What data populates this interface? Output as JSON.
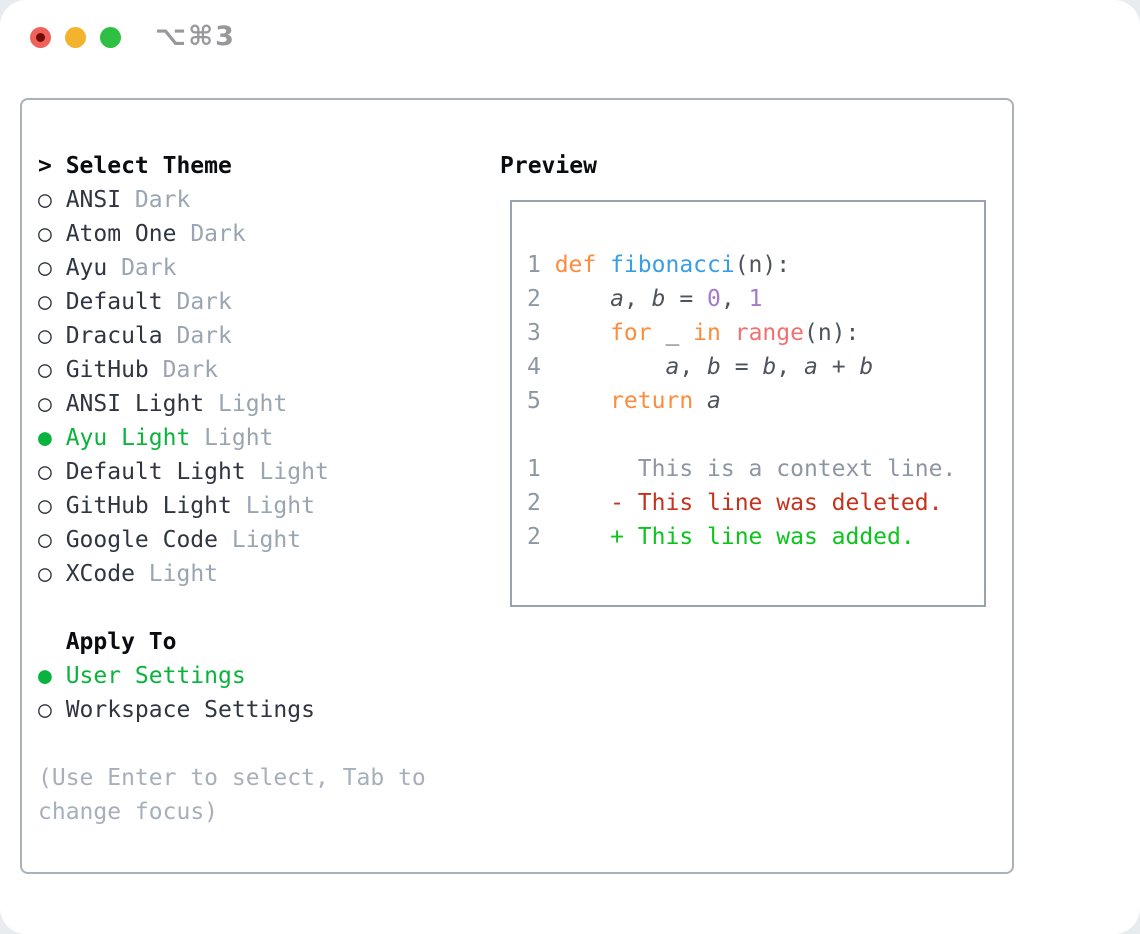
{
  "window": {
    "title": "⌥⌘3",
    "controls": [
      "close-button",
      "minimize-button",
      "zoom-button"
    ]
  },
  "theme_panel": {
    "header": {
      "marker": ">",
      "label": "Select Theme"
    },
    "markers": {
      "selected": "●",
      "unselected": "○"
    },
    "items": [
      {
        "name": "ANSI",
        "variant": "Dark",
        "selected": false
      },
      {
        "name": "Atom One",
        "variant": "Dark",
        "selected": false
      },
      {
        "name": "Ayu",
        "variant": "Dark",
        "selected": false
      },
      {
        "name": "Default",
        "variant": "Dark",
        "selected": false
      },
      {
        "name": "Dracula",
        "variant": "Dark",
        "selected": false
      },
      {
        "name": "GitHub",
        "variant": "Dark",
        "selected": false
      },
      {
        "name": "ANSI Light",
        "variant": "Light",
        "selected": false
      },
      {
        "name": "Ayu Light",
        "variant": "Light",
        "selected": true
      },
      {
        "name": "Default Light",
        "variant": "Light",
        "selected": false
      },
      {
        "name": "GitHub Light",
        "variant": "Light",
        "selected": false
      },
      {
        "name": "Google Code",
        "variant": "Light",
        "selected": false
      },
      {
        "name": "XCode",
        "variant": "Light",
        "selected": false
      }
    ],
    "apply_to": {
      "label": "Apply To",
      "options": [
        {
          "label": "User Settings",
          "selected": true
        },
        {
          "label": "Workspace Settings",
          "selected": false
        }
      ]
    },
    "help_lines": [
      "(Use Enter to select, Tab to",
      "change focus)"
    ]
  },
  "preview": {
    "label": "Preview",
    "lines": [
      {
        "num": "1",
        "segs": [
          {
            "t": "def ",
            "k": "kw"
          },
          {
            "t": "fibonacci",
            "k": "fn"
          },
          {
            "t": "(n):",
            "k": "tx"
          }
        ]
      },
      {
        "num": "2",
        "segs": [
          {
            "t": "    ",
            "k": "tx"
          },
          {
            "t": "a",
            "k": "v"
          },
          {
            "t": ", ",
            "k": "tx"
          },
          {
            "t": "b",
            "k": "v"
          },
          {
            "t": " = ",
            "k": "tx"
          },
          {
            "t": "0",
            "k": "numlit"
          },
          {
            "t": ", ",
            "k": "tx"
          },
          {
            "t": "1",
            "k": "numlit"
          }
        ]
      },
      {
        "num": "3",
        "segs": [
          {
            "t": "    ",
            "k": "tx"
          },
          {
            "t": "for ",
            "k": "kw"
          },
          {
            "t": "_ ",
            "k": "tx"
          },
          {
            "t": "in ",
            "k": "kw"
          },
          {
            "t": "range",
            "k": "bi"
          },
          {
            "t": "(n):",
            "k": "tx"
          }
        ]
      },
      {
        "num": "4",
        "segs": [
          {
            "t": "        ",
            "k": "tx"
          },
          {
            "t": "a",
            "k": "v"
          },
          {
            "t": ", ",
            "k": "tx"
          },
          {
            "t": "b",
            "k": "v"
          },
          {
            "t": " = ",
            "k": "tx"
          },
          {
            "t": "b",
            "k": "v"
          },
          {
            "t": ", ",
            "k": "tx"
          },
          {
            "t": "a",
            "k": "v"
          },
          {
            "t": " + ",
            "k": "tx"
          },
          {
            "t": "b",
            "k": "v"
          }
        ]
      },
      {
        "num": "5",
        "segs": [
          {
            "t": "    ",
            "k": "tx"
          },
          {
            "t": "return ",
            "k": "kw"
          },
          {
            "t": "a",
            "k": "v"
          }
        ]
      },
      {
        "num": "",
        "segs": []
      },
      {
        "num": "1",
        "segs": [
          {
            "t": "      ",
            "k": "tx"
          },
          {
            "t": "This is a context line.",
            "k": "ctx"
          }
        ]
      },
      {
        "num": "2",
        "segs": [
          {
            "t": "    ",
            "k": "tx"
          },
          {
            "t": "- This line was deleted.",
            "k": "del"
          }
        ]
      },
      {
        "num": "2",
        "segs": [
          {
            "t": "    ",
            "k": "tx"
          },
          {
            "t": "+ This line was added.",
            "k": "add"
          }
        ]
      }
    ]
  },
  "palette": {
    "kw": "#fa8d3e",
    "fn": "#399ee6",
    "numlit": "#a37acc",
    "bi": "#f07171",
    "tx": "#4d545c",
    "ctx": "#8d97a3",
    "del": "#c5321e",
    "add": "#0bc41c",
    "lineno": "#8d97a3",
    "selected": "#0ab33e",
    "primary": "#2f3541",
    "muted": "#9aa5b2",
    "help": "#a7afba",
    "header": "#0a0c10",
    "title": "#97979c",
    "panel_border": "#a9b1bc",
    "preview_border": "#9aa2ad",
    "light_red": "#f0615a",
    "light_red_dot": "#6e0e06",
    "light_yellow": "#f4b32d",
    "light_green": "#2fc043"
  }
}
